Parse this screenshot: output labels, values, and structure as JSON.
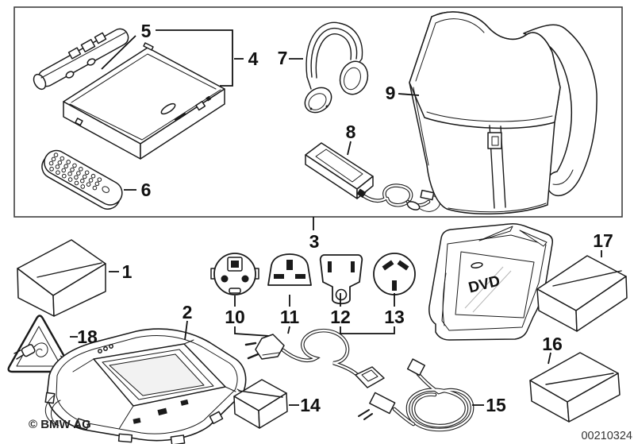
{
  "diagram": {
    "copyright": "© BMW AG",
    "drawing_number": "00210324",
    "screen_label": "DVD",
    "colors": {
      "background": "#ffffff",
      "line": "#1a1a1a",
      "label": "#111111"
    },
    "callouts": {
      "1": "1",
      "2": "2",
      "3": "3",
      "4": "4",
      "5": "5",
      "6": "6",
      "7": "7",
      "8": "8",
      "9": "9",
      "10": "10",
      "11": "11",
      "12": "12",
      "13": "13",
      "14": "14",
      "15": "15",
      "16": "16",
      "17": "17",
      "18": "18"
    }
  }
}
